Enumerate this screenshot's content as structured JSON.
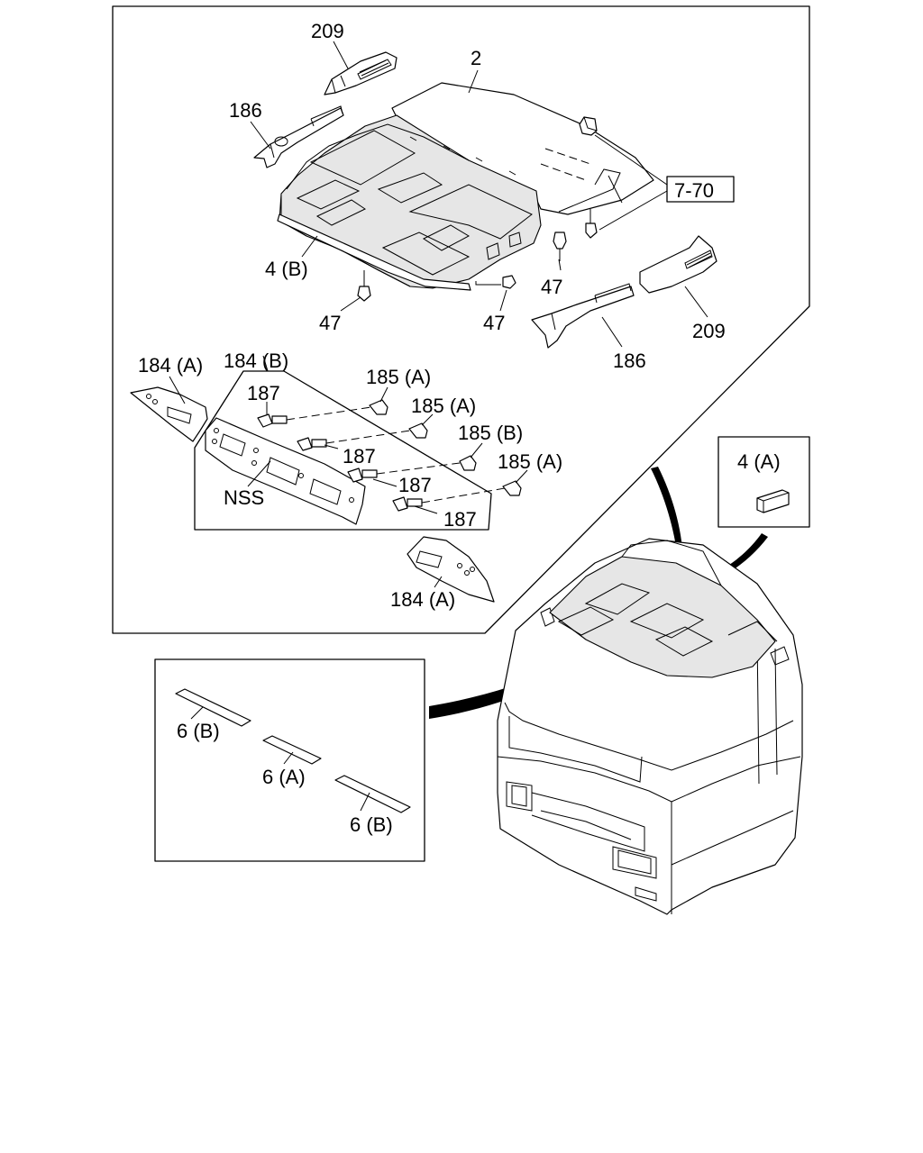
{
  "labels": {
    "l209_top": "209",
    "l2": "2",
    "l186_top": "186",
    "l770": "7-70",
    "l4b": "4 (B)",
    "l47_a": "47",
    "l47_b": "47",
    "l47_c": "47",
    "l209_right": "209",
    "l186_right": "186",
    "l184b": "184 (B)",
    "l184a_top": "184 (A)",
    "l185a_1": "185 (A)",
    "l185a_2": "185 (A)",
    "l185b": "185 (B)",
    "l185a_3": "185 (A)",
    "l187_1": "187",
    "l187_2": "187",
    "l187_3": "187",
    "l187_4": "187",
    "lnss": "NSS",
    "l184a_bottom": "184 (A)",
    "l4a": "4 (A)",
    "l6b_1": "6 (B)",
    "l6a": "6 (A)",
    "l6b_2": "6 (B)"
  },
  "icons": [
    "roof-lining-panel",
    "pillar-trim",
    "overhead-console",
    "clip",
    "bolt",
    "cab-body",
    "seal-strip"
  ],
  "colors": {
    "line": "#000000",
    "background": "#ffffff",
    "shade": "#e6e6e6"
  }
}
